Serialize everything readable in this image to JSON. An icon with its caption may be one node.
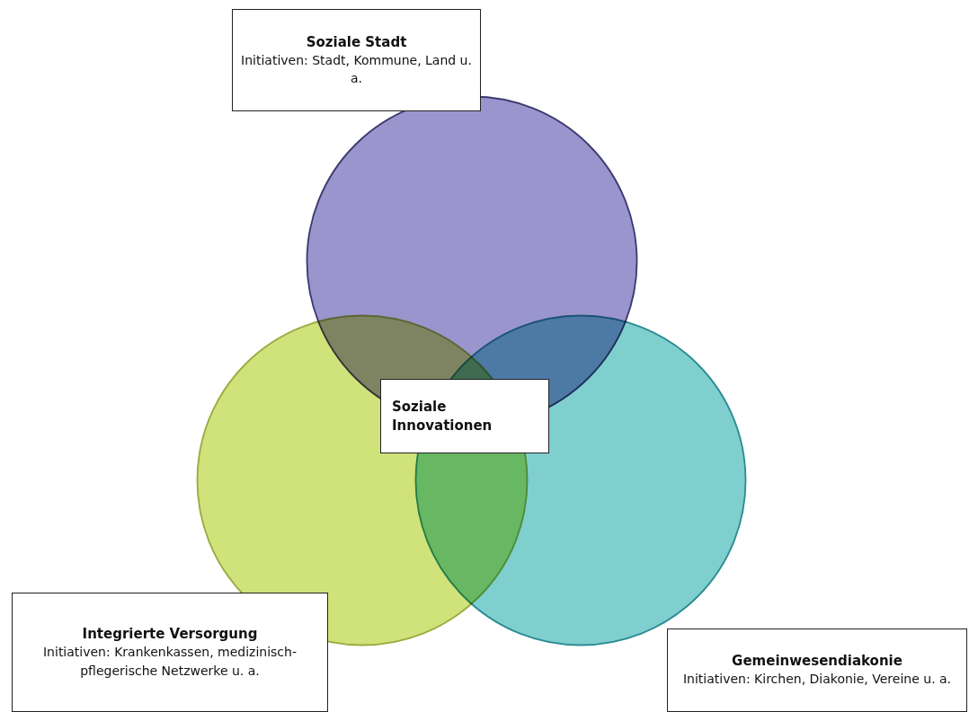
{
  "diagram": {
    "nodes": [
      {
        "text": [
          "Soziale Stadt",
          "Initiativen: Stadt, Kommune, Land u. a."
        ]
      },
      {
        "text": [],
        "shape": "circle"
      },
      {
        "text": [],
        "shape": "circle"
      },
      {
        "text": [],
        "shape": "circle"
      },
      {
        "text": [
          "Soziale Innovationen"
        ]
      },
      {
        "text": [
          "Integrierte Versorgung",
          "Initiativen: Krankenkassen, medizinisch-pflegerische Netzwerke u. a."
        ]
      },
      {
        "text": [
          "Gemeinwesendiakonie",
          "Initiativen: Kirchen, Diakonie, Vereine u. a."
        ]
      }
    ]
  }
}
